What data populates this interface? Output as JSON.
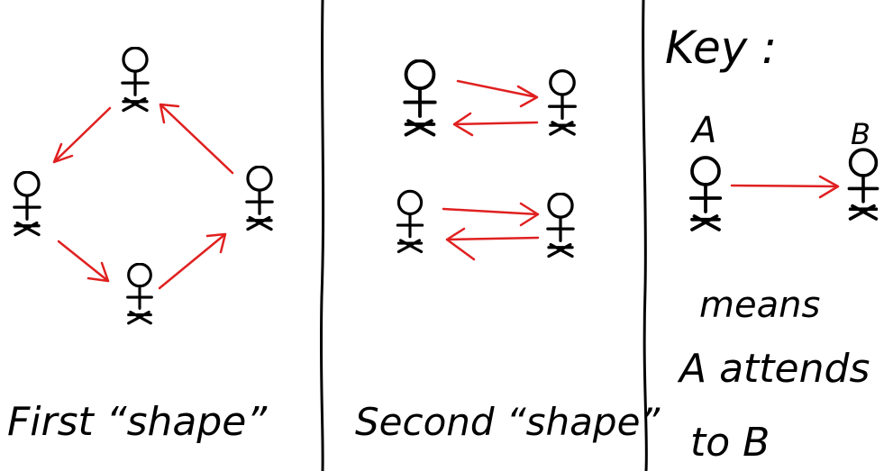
{
  "panels": {
    "first": {
      "caption": "First “shape”"
    },
    "second": {
      "caption": "Second “shape”"
    },
    "key": {
      "title": "Key :",
      "label_a": "A",
      "label_b": "B",
      "explanation_line1": "means",
      "explanation_line2": "A attends",
      "explanation_line3": "to B"
    }
  },
  "colors": {
    "ink": "#000000",
    "arrow": "#e02020",
    "background": "#ffffff"
  },
  "icons": {
    "person": "stick-figure-icon",
    "relation": "attention-arrow"
  }
}
